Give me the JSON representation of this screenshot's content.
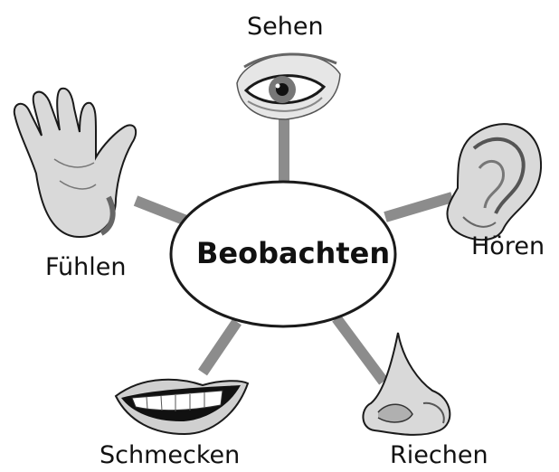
{
  "center": {
    "label": "Beobachten"
  },
  "senses": [
    {
      "id": "sehen",
      "label": "Sehen",
      "icon": "eye-icon"
    },
    {
      "id": "hoeren",
      "label": "Hören",
      "icon": "ear-icon"
    },
    {
      "id": "riechen",
      "label": "Riechen",
      "icon": "nose-icon"
    },
    {
      "id": "schmecken",
      "label": "Schmecken",
      "icon": "mouth-icon"
    },
    {
      "id": "fuehlen",
      "label": "Fühlen",
      "icon": "hand-icon"
    }
  ],
  "colors": {
    "connector": "#8c8c8c",
    "outline": "#1a1a1a",
    "skin": "#d9d9d9",
    "shade": "#9a9a9a"
  }
}
